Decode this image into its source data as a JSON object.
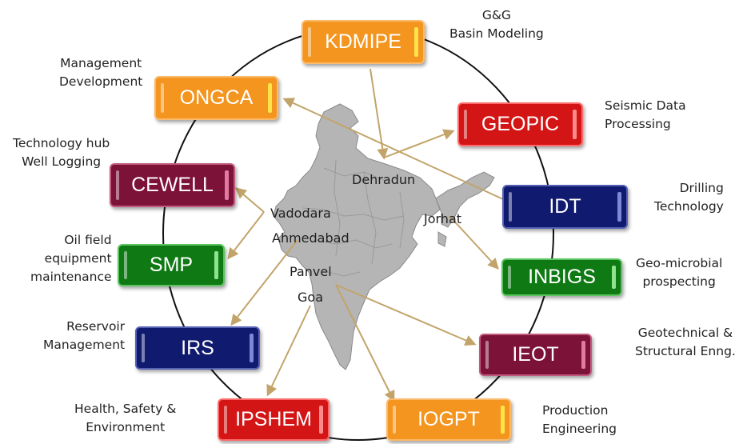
{
  "institutes": [
    {
      "id": "kdmipe",
      "label": "KDMIPE",
      "desc": "G&G\nBasin Modeling",
      "color": "orange"
    },
    {
      "id": "ongca",
      "label": "ONGCA",
      "desc": "Management\nDevelopment",
      "color": "orange"
    },
    {
      "id": "geopic",
      "label": "GEOPIC",
      "desc": "Seismic Data\nProcessing",
      "color": "red"
    },
    {
      "id": "cewell",
      "label": "CEWELL",
      "desc": "Technology hub\nWell Logging",
      "color": "maroon"
    },
    {
      "id": "idt",
      "label": "IDT",
      "desc": "Drilling\nTechnology",
      "color": "navy"
    },
    {
      "id": "smp",
      "label": "SMP",
      "desc": "Oil field\nequipment\nmaintenance",
      "color": "green"
    },
    {
      "id": "inbigs",
      "label": "INBIGS",
      "desc": "Geo-microbial\nprospecting",
      "color": "green"
    },
    {
      "id": "irs",
      "label": "IRS",
      "desc": "Reservoir\nManagement",
      "color": "navy"
    },
    {
      "id": "ieot",
      "label": "IEOT",
      "desc": "Geotechnical &\nStructural Enng.",
      "color": "maroon"
    },
    {
      "id": "ipshem",
      "label": "IPSHEM",
      "desc": "Health, Safety &\nEnvironment",
      "color": "red"
    },
    {
      "id": "iogpt",
      "label": "IOGPT",
      "desc": "Production\nEngineering",
      "color": "orange"
    }
  ],
  "cities": [
    "Dehradun",
    "Jorhat",
    "Vadodara",
    "Ahmedabad",
    "Panvel",
    "Goa"
  ],
  "colors": {
    "map_fill": "#b5b5b5",
    "map_border": "#8a8a8a",
    "arrow": "#c2a46a",
    "ring": "#111111"
  }
}
